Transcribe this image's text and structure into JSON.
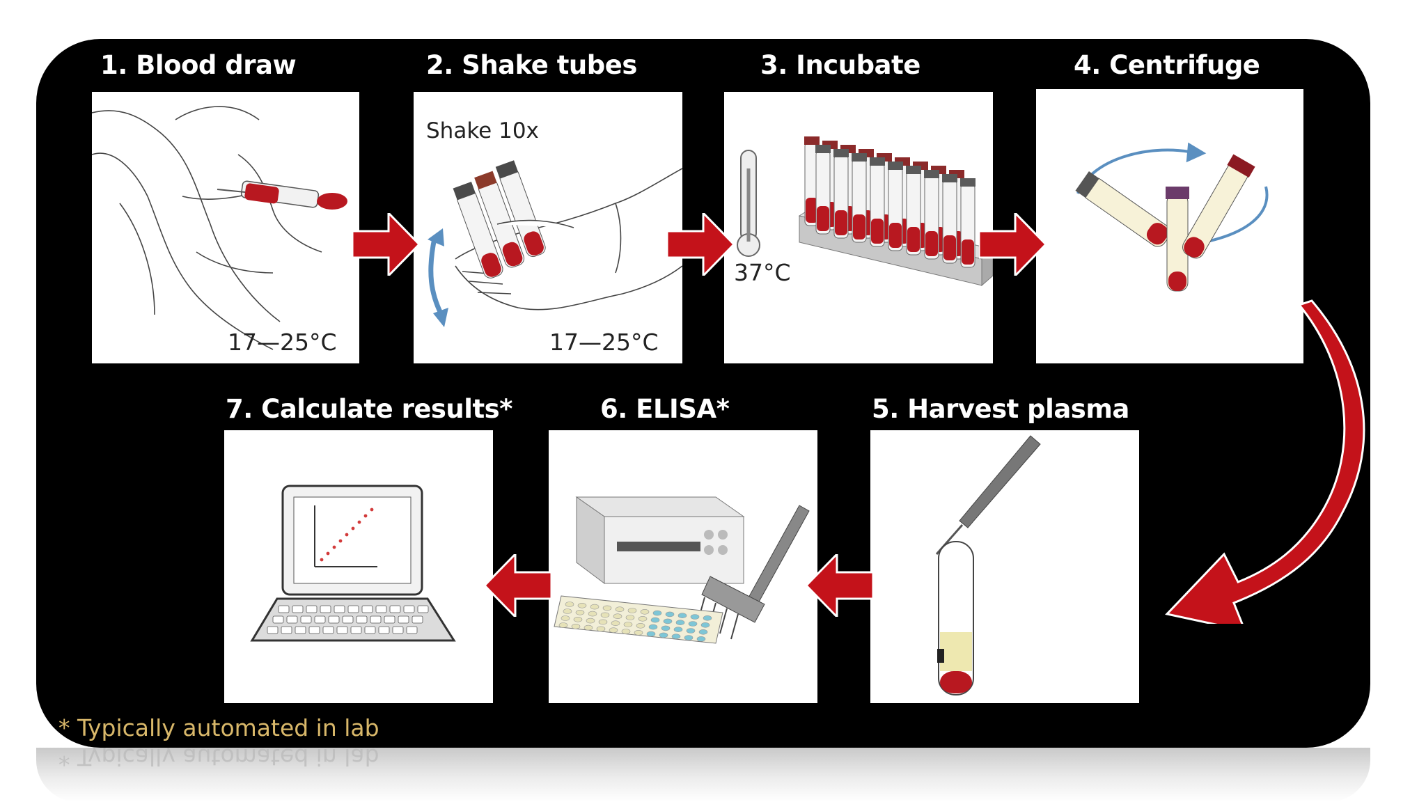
{
  "steps": [
    {
      "title": "1. Blood draw",
      "temperature": "17—25°C"
    },
    {
      "title": "2. Shake tubes",
      "instruction": "Shake 10x",
      "temperature": "17—25°C"
    },
    {
      "title": "3. Incubate",
      "temperature": "37°C"
    },
    {
      "title": "4. Centrifuge"
    },
    {
      "title": "5. Harvest plasma"
    },
    {
      "title": "6. ELISA*"
    },
    {
      "title": "7. Calculate results*"
    }
  ],
  "footnote": "* Typically automated in lab",
  "colors": {
    "background": "#000000",
    "panel": "#ffffff",
    "arrow": "#c4121a",
    "footnote": "#d9b86a",
    "rotation": "#5a8fc0"
  }
}
